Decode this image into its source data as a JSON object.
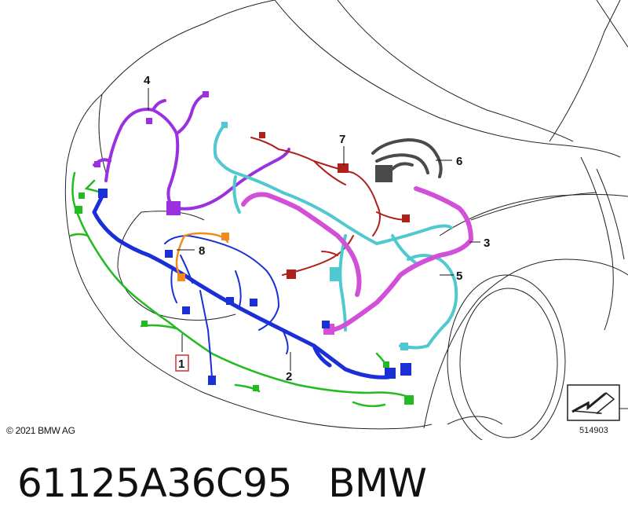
{
  "callouts": {
    "c1": "1",
    "c2": "2",
    "c3": "3",
    "c4": "4",
    "c5": "5",
    "c6": "6",
    "c7": "7",
    "c8": "8"
  },
  "copyright": "© 2021 BMW AG",
  "reference_number": "514903",
  "caption": "61125A36C95   BMW",
  "colors": {
    "harness_1": "#22bb22",
    "harness_2": "#1a2fd6",
    "harness_3": "#d24fd8",
    "harness_4": "#9b30e0",
    "harness_5": "#4fc9cf",
    "harness_6": "#4a4a4a",
    "harness_7": "#b0201a",
    "harness_8": "#f08c1e",
    "callout_1_box": "#d03030"
  }
}
